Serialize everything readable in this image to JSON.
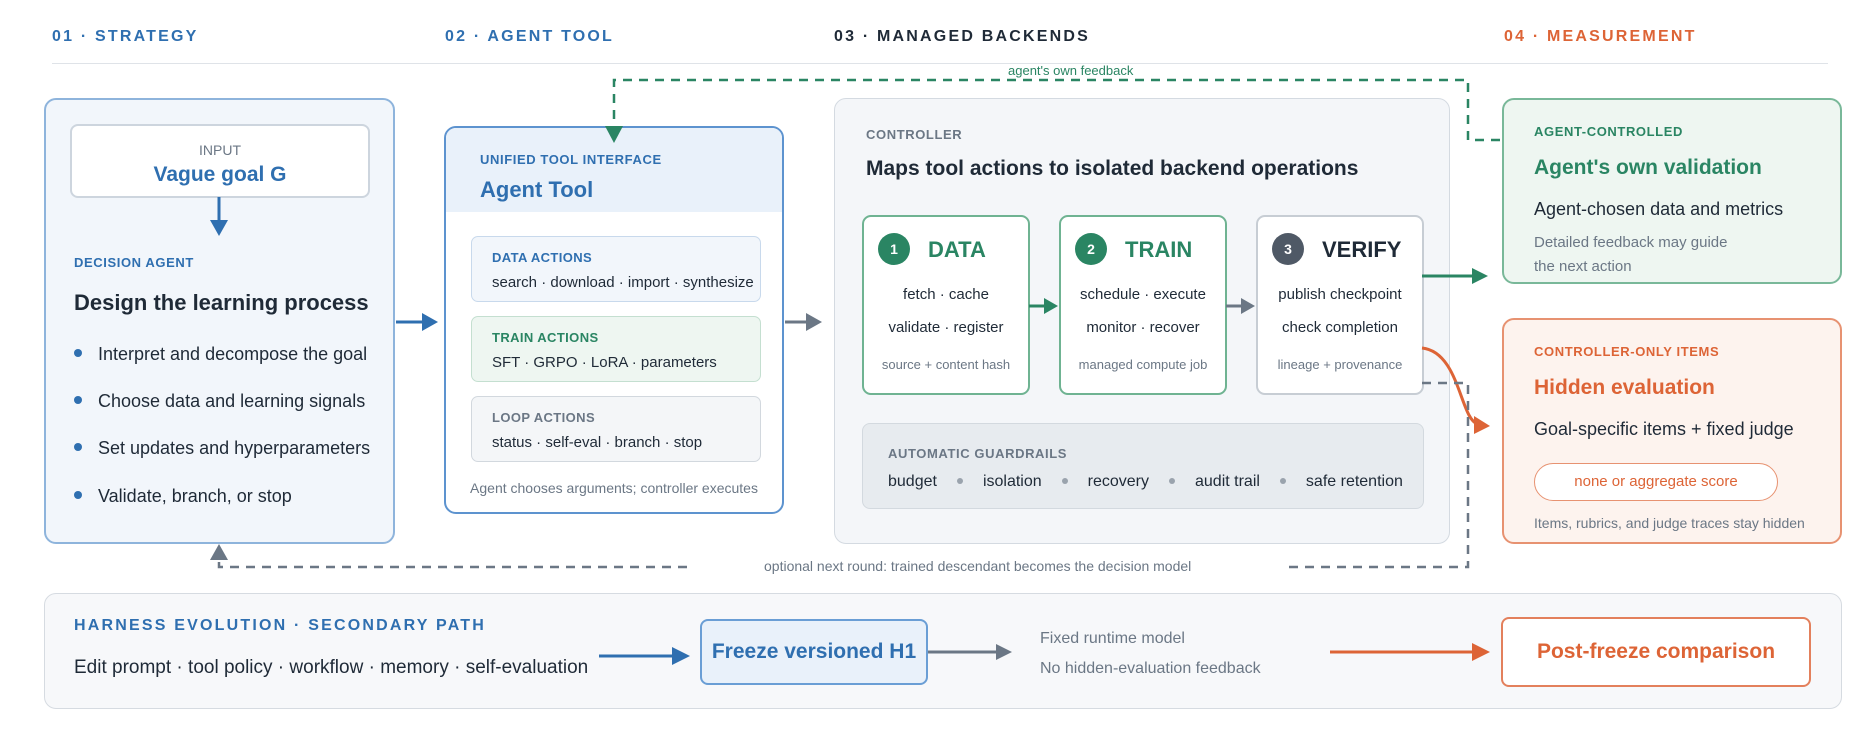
{
  "columns": [
    {
      "label": "01 · STRATEGY",
      "color": "#2f6fb0"
    },
    {
      "label": "02 · AGENT TOOL",
      "color": "#2f6fb0"
    },
    {
      "label": "03 · MANAGED BACKENDS",
      "color": "#1f2a37"
    },
    {
      "label": "04 · MEASUREMENT",
      "color": "#dd6436"
    }
  ],
  "strategy": {
    "input_caption": "INPUT",
    "input_value": "Vague goal G",
    "agent_caption": "DECISION AGENT",
    "agent_title": "Design the learning process",
    "bullets": [
      "Interpret and decompose the goal",
      "Choose data and learning signals",
      "Set updates and hyperparameters",
      "Validate, branch, or stop"
    ]
  },
  "agent_tool": {
    "caption": "UNIFIED TOOL INTERFACE",
    "title": "Agent Tool",
    "groups": [
      {
        "title": "DATA ACTIONS",
        "items": "search · download · import · synthesize"
      },
      {
        "title": "TRAIN ACTIONS",
        "items": "SFT · GRPO · LoRA · parameters"
      },
      {
        "title": "LOOP ACTIONS",
        "items": "status · self-eval · branch · stop"
      }
    ],
    "footnote": "Agent chooses arguments; controller executes"
  },
  "backends": {
    "caption": "CONTROLLER",
    "title": "Maps tool actions to isolated backend operations",
    "stages": [
      {
        "num": "1",
        "name": "DATA",
        "line1": "fetch · cache",
        "line2": "validate · register",
        "foot": "source + content hash"
      },
      {
        "num": "2",
        "name": "TRAIN",
        "line1": "schedule · execute",
        "line2": "monitor · recover",
        "foot": "managed compute job"
      },
      {
        "num": "3",
        "name": "VERIFY",
        "line1": "publish checkpoint",
        "line2": "check completion",
        "foot": "lineage + provenance"
      }
    ],
    "guardrails_caption": "AUTOMATIC GUARDRAILS",
    "guardrails": [
      "budget",
      "isolation",
      "recovery",
      "audit trail",
      "safe retention"
    ]
  },
  "measurement": {
    "agent_caption": "AGENT-CONTROLLED",
    "agent_title": "Agent's own validation",
    "agent_desc": "Agent-chosen data and metrics",
    "agent_note_1": "Detailed feedback may guide",
    "agent_note_2": "the next action",
    "hidden_caption": "CONTROLLER-ONLY ITEMS",
    "hidden_title": "Hidden evaluation",
    "hidden_desc": "Goal-specific items + fixed judge",
    "hidden_pill": "none or aggregate score",
    "hidden_note": "Items, rubrics, and judge traces stay hidden"
  },
  "feedback_label": "agent's own feedback",
  "next_round_label": "optional next round: trained descendant becomes the decision model",
  "harness": {
    "caption": "HARNESS EVOLUTION · SECONDARY PATH",
    "edits": "Edit prompt · tool policy · workflow · memory · self-evaluation",
    "freeze": "Freeze versioned H1",
    "runtime_1": "Fixed runtime model",
    "runtime_2": "No hidden-evaluation feedback",
    "comparison": "Post-freeze comparison"
  },
  "colors": {
    "blue": "#2f6fb0",
    "green": "#2a8563",
    "orange": "#dd6436",
    "slate": "#6b7785",
    "dark_badge": "#4f5966"
  }
}
